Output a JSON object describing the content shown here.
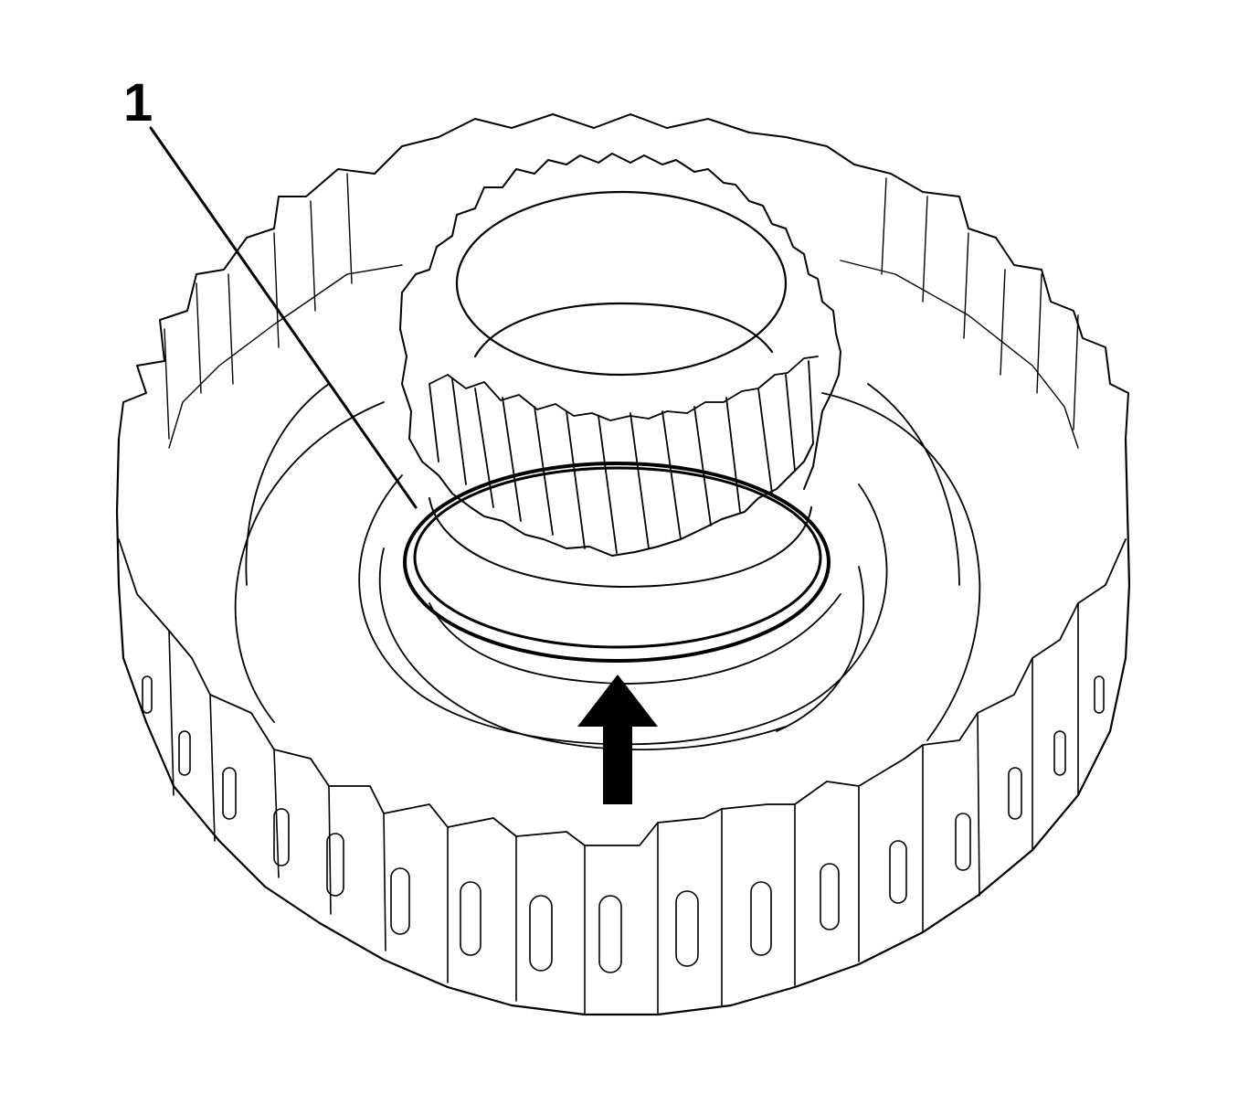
{
  "diagram": {
    "callouts": [
      {
        "id": "1",
        "label": "1",
        "target": "seal-ring"
      }
    ],
    "arrow": {
      "direction": "up"
    },
    "colors": {
      "line": "#000000",
      "background": "#ffffff"
    }
  }
}
